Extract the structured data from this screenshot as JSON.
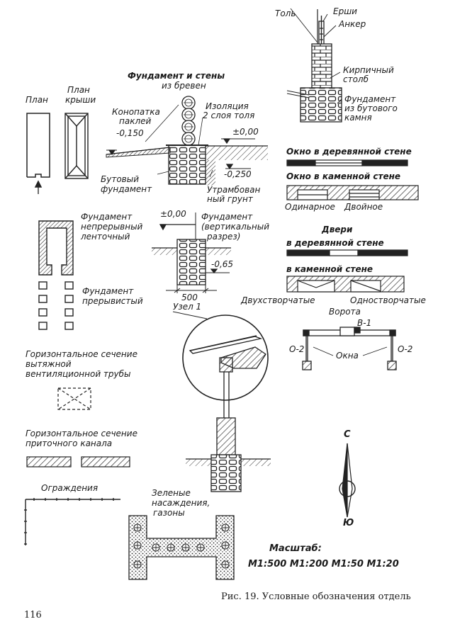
{
  "labels": {
    "tol": "Толь",
    "ershi": "Ерши",
    "anker": "Анкер",
    "kirpich_1": "Кирпичный",
    "kirpich_2": "столб",
    "fund_butov_1": "Фундамент",
    "fund_butov_2": "из бутового",
    "fund_butov_3": "камня",
    "fund_brevna_1": "Фундамент и стены",
    "fund_brevna_2": "из бревен",
    "plan": "План",
    "plan_kryshi_1": "План",
    "plan_kryshi_2": "крыши",
    "konopatka_1": "Конопатка",
    "konopatka_2": "паклей",
    "minus_0150": "-0,150",
    "izol_1": "Изоляция",
    "izol_2": "2 слоя толя",
    "pm000_a": "±0,00",
    "minus_0250": "-0,250",
    "butov_fund_1": "Бутовый",
    "butov_fund_2": "фундамент",
    "utramb_1": "Утрамбован",
    "utramb_2": "ный грунт",
    "okno_der": "Окно в деревянной стене",
    "okno_kam": "Окно в каменной стене",
    "odinarnoe": "Одинарное",
    "dvoinoe": "Двойное",
    "fund_nepr_1": "Фундамент",
    "fund_nepr_2": "непрерывный",
    "fund_nepr_3": "ленточный",
    "pm000_b": "±0,00",
    "fund_vert_1": "Фундамент",
    "fund_vert_2": "(вертикальный",
    "fund_vert_3": "разрез)",
    "minus_065": "-0,65",
    "dim_500": "500",
    "dveri": "Двери",
    "v_der_stene": "в деревянной стене",
    "v_kam_stene": "в каменной стене",
    "fund_prer_1": "Фундамент",
    "fund_prer_2": "прерывистый",
    "dvuhstv": "Двухстворчатые",
    "odnostv": "Одностворчатые",
    "uzel": "Узел 1",
    "vorota": "Ворота",
    "v1": "В-1",
    "o2_left": "О-2",
    "o2_right": "О-2",
    "okna": "Окна",
    "gor_vyt_1": "Горизонтальное сечение",
    "gor_vyt_2": "вытяжной",
    "gor_vyt_3": "вентиляционной трубы",
    "gor_prit_1": "Горизонтальное сечение",
    "gor_prit_2": "приточного канала",
    "ograzhd": "Ограждения",
    "zel_1": "Зеленые",
    "zel_2": "насаждения,",
    "zel_3": "газоны",
    "sever": "С",
    "yug": "Ю",
    "masshtab": "Масштаб:",
    "masshtab_values": "М1:500  М1:200  М1:50  М1:20",
    "caption": "Рис. 19. Условные обозначения отдель",
    "page_num": "116"
  }
}
